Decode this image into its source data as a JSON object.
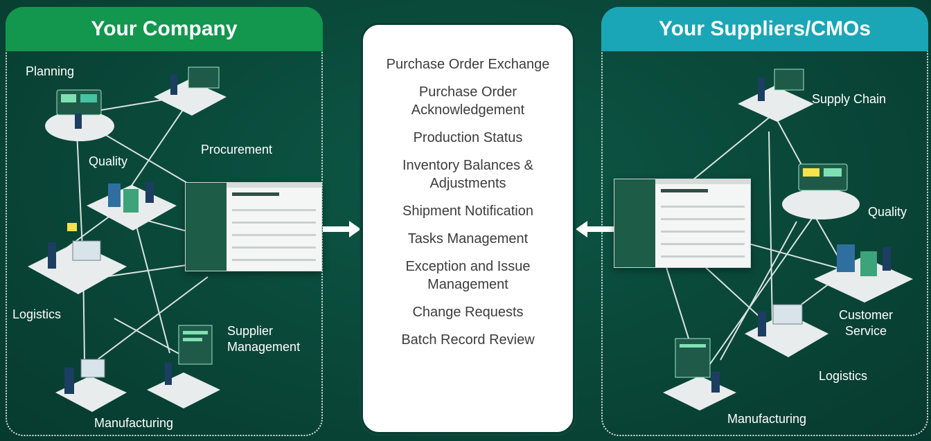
{
  "left_panel": {
    "title": "Your Company",
    "nodes": {
      "planning": "Planning",
      "procurement": "Procurement",
      "quality": "Quality",
      "logistics": "Logistics",
      "supplier_management": "Supplier Management",
      "manufacturing": "Manufacturing"
    }
  },
  "right_panel": {
    "title": "Your Suppliers/CMOs",
    "nodes": {
      "supply_chain": "Supply Chain",
      "quality": "Quality",
      "customer_service": "Customer Service",
      "logistics": "Logistics",
      "manufacturing": "Manufacturing"
    }
  },
  "center": {
    "items": [
      "Purchase Order Exchange",
      "Purchase Order Acknowledgement",
      "Production Status",
      "Inventory Balances & Adjustments",
      "Shipment Notification",
      "Tasks Management",
      "Exception and Issue Management",
      "Change Requests",
      "Batch Record Review"
    ]
  },
  "colors": {
    "background": "#0a4a3b",
    "left_header": "#13964e",
    "right_header": "#1aa6b7",
    "center_box": "#ffffff",
    "text_dark": "#3c3c3c"
  },
  "icons": [
    "workstation-icon",
    "app-screenshot-icon",
    "arrow-right-icon",
    "arrow-left-icon"
  ]
}
